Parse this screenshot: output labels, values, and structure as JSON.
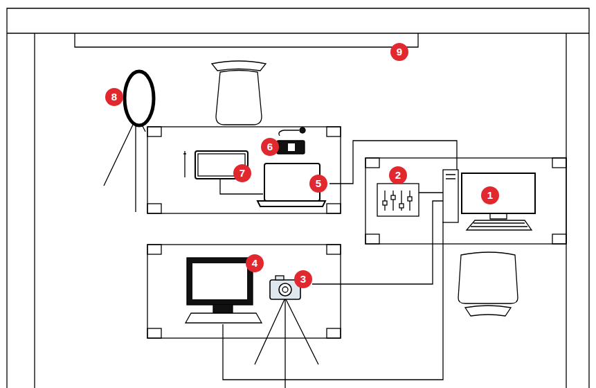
{
  "diagram": {
    "labels": [
      "9",
      "8",
      "6",
      "7",
      "5",
      "2",
      "1",
      "4",
      "3"
    ]
  }
}
